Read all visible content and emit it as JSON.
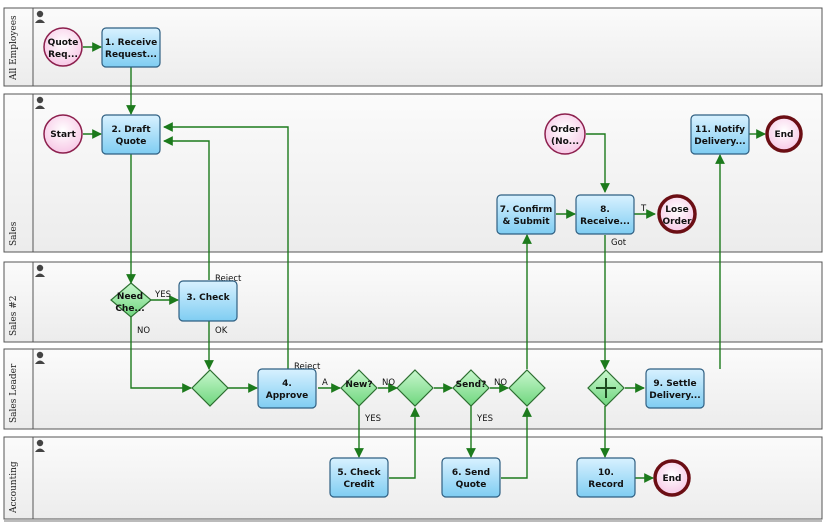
{
  "lanes": [
    {
      "id": "lane-all-employees",
      "label": "All Employees"
    },
    {
      "id": "lane-sales",
      "label": "Sales"
    },
    {
      "id": "lane-sales-2",
      "label": "Sales #2"
    },
    {
      "id": "lane-sales-leader",
      "label": "Sales Leader"
    },
    {
      "id": "lane-accounting",
      "label": "Accounting"
    }
  ],
  "events": {
    "quote_request": {
      "line1": "Quote",
      "line2": "Req..."
    },
    "start": {
      "line1": "Start"
    },
    "order_notice": {
      "line1": "Order",
      "line2": "(No..."
    },
    "lose_order": {
      "line1": "Lose",
      "line2": "Order"
    },
    "end_sales": {
      "line1": "End"
    },
    "end_accounting": {
      "line1": "End"
    }
  },
  "tasks": {
    "receive_request": {
      "line1": "1. Receive",
      "line2": "Request..."
    },
    "draft_quote": {
      "line1": "2. Draft",
      "line2": "Quote"
    },
    "check": {
      "line1": "3. Check"
    },
    "approve": {
      "line1": "4.",
      "line2": "Approve"
    },
    "check_credit": {
      "line1": "5. Check",
      "line2": "Credit"
    },
    "send_quote": {
      "line1": "6. Send",
      "line2": "Quote"
    },
    "confirm_submit": {
      "line1": "7. Confirm",
      "line2": "& Submit"
    },
    "receive_order": {
      "line1": "8.",
      "line2": "Receive..."
    },
    "settle_delivery": {
      "line1": "9. Settle",
      "line2": "Delivery..."
    },
    "record": {
      "line1": "10.",
      "line2": "Record"
    },
    "notify_delivery": {
      "line1": "11. Notify",
      "line2": "Delivery..."
    }
  },
  "gateways": {
    "need_check": {
      "line1": "Need",
      "line2": "Che..."
    },
    "new": {
      "line1": "New?"
    },
    "send": {
      "line1": "Send?"
    }
  },
  "flow_labels": {
    "need_check_yes": "YES",
    "need_check_no": "NO",
    "check_reject": "Reject",
    "check_ok": "OK",
    "approve_reject": "Reject",
    "approve_a": "A",
    "new_no": "NO",
    "new_yes": "YES",
    "send_no": "NO",
    "send_yes": "YES",
    "receive_t": "T",
    "receive_got": "Got"
  },
  "colors": {
    "task_fill_top": "#d8f1ff",
    "task_fill_bottom": "#7fcdf2",
    "task_stroke": "#2f5f82",
    "gateway_fill": "#8fe39b",
    "gateway_stroke": "#2c6e30",
    "start_fill": "#fde0f2",
    "start_stroke": "#8c1f4d",
    "end_stroke": "#6b0e14",
    "flow": "#1c7a1c"
  }
}
